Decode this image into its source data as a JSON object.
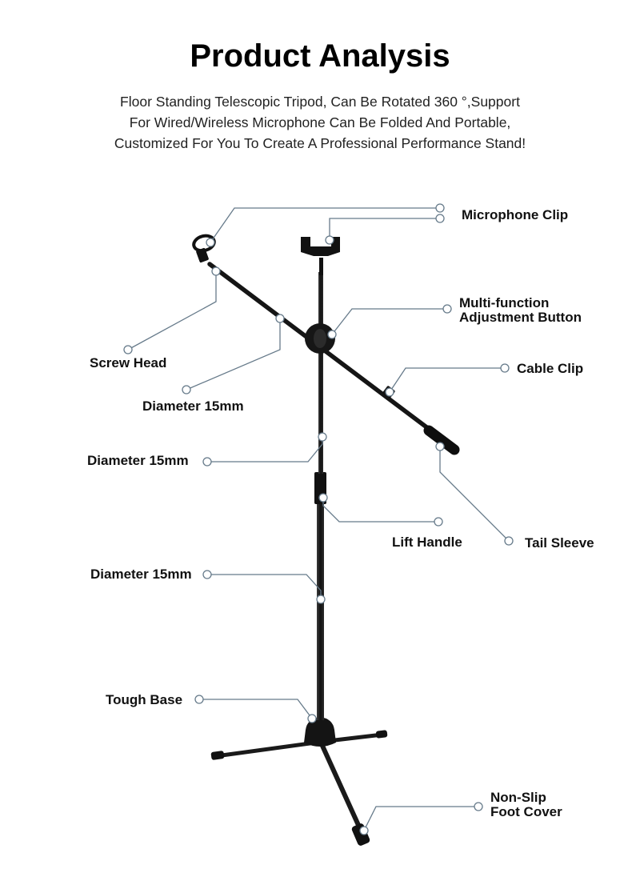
{
  "header": {
    "title": "Product Analysis",
    "subtitle_lines": [
      "Floor Standing Telescopic Tripod, Can Be Rotated 360 °,Support",
      "For Wired/Wireless Microphone Can Be Folded And Portable,",
      "Customized For You To Create A Professional Performance Stand!"
    ]
  },
  "labels": {
    "microphone_clip": "Microphone Clip",
    "multi_function_line1": "Multi-function",
    "multi_function_line2": "Adjustment Button",
    "screw_head": "Screw Head",
    "cable_clip": "Cable Clip",
    "diameter_boom": "Diameter 15mm",
    "diameter_upper": "Diameter 15mm",
    "lift_handle": "Lift Handle",
    "tail_sleeve": "Tail Sleeve",
    "diameter_lower": "Diameter 15mm",
    "tough_base": "Tough Base",
    "non_slip_line1": "Non-Slip",
    "non_slip_line2": "Foot Cover"
  },
  "colors": {
    "leader_line": "#667a8a",
    "stand_body": "#1a1a1a",
    "background": "#ffffff"
  }
}
